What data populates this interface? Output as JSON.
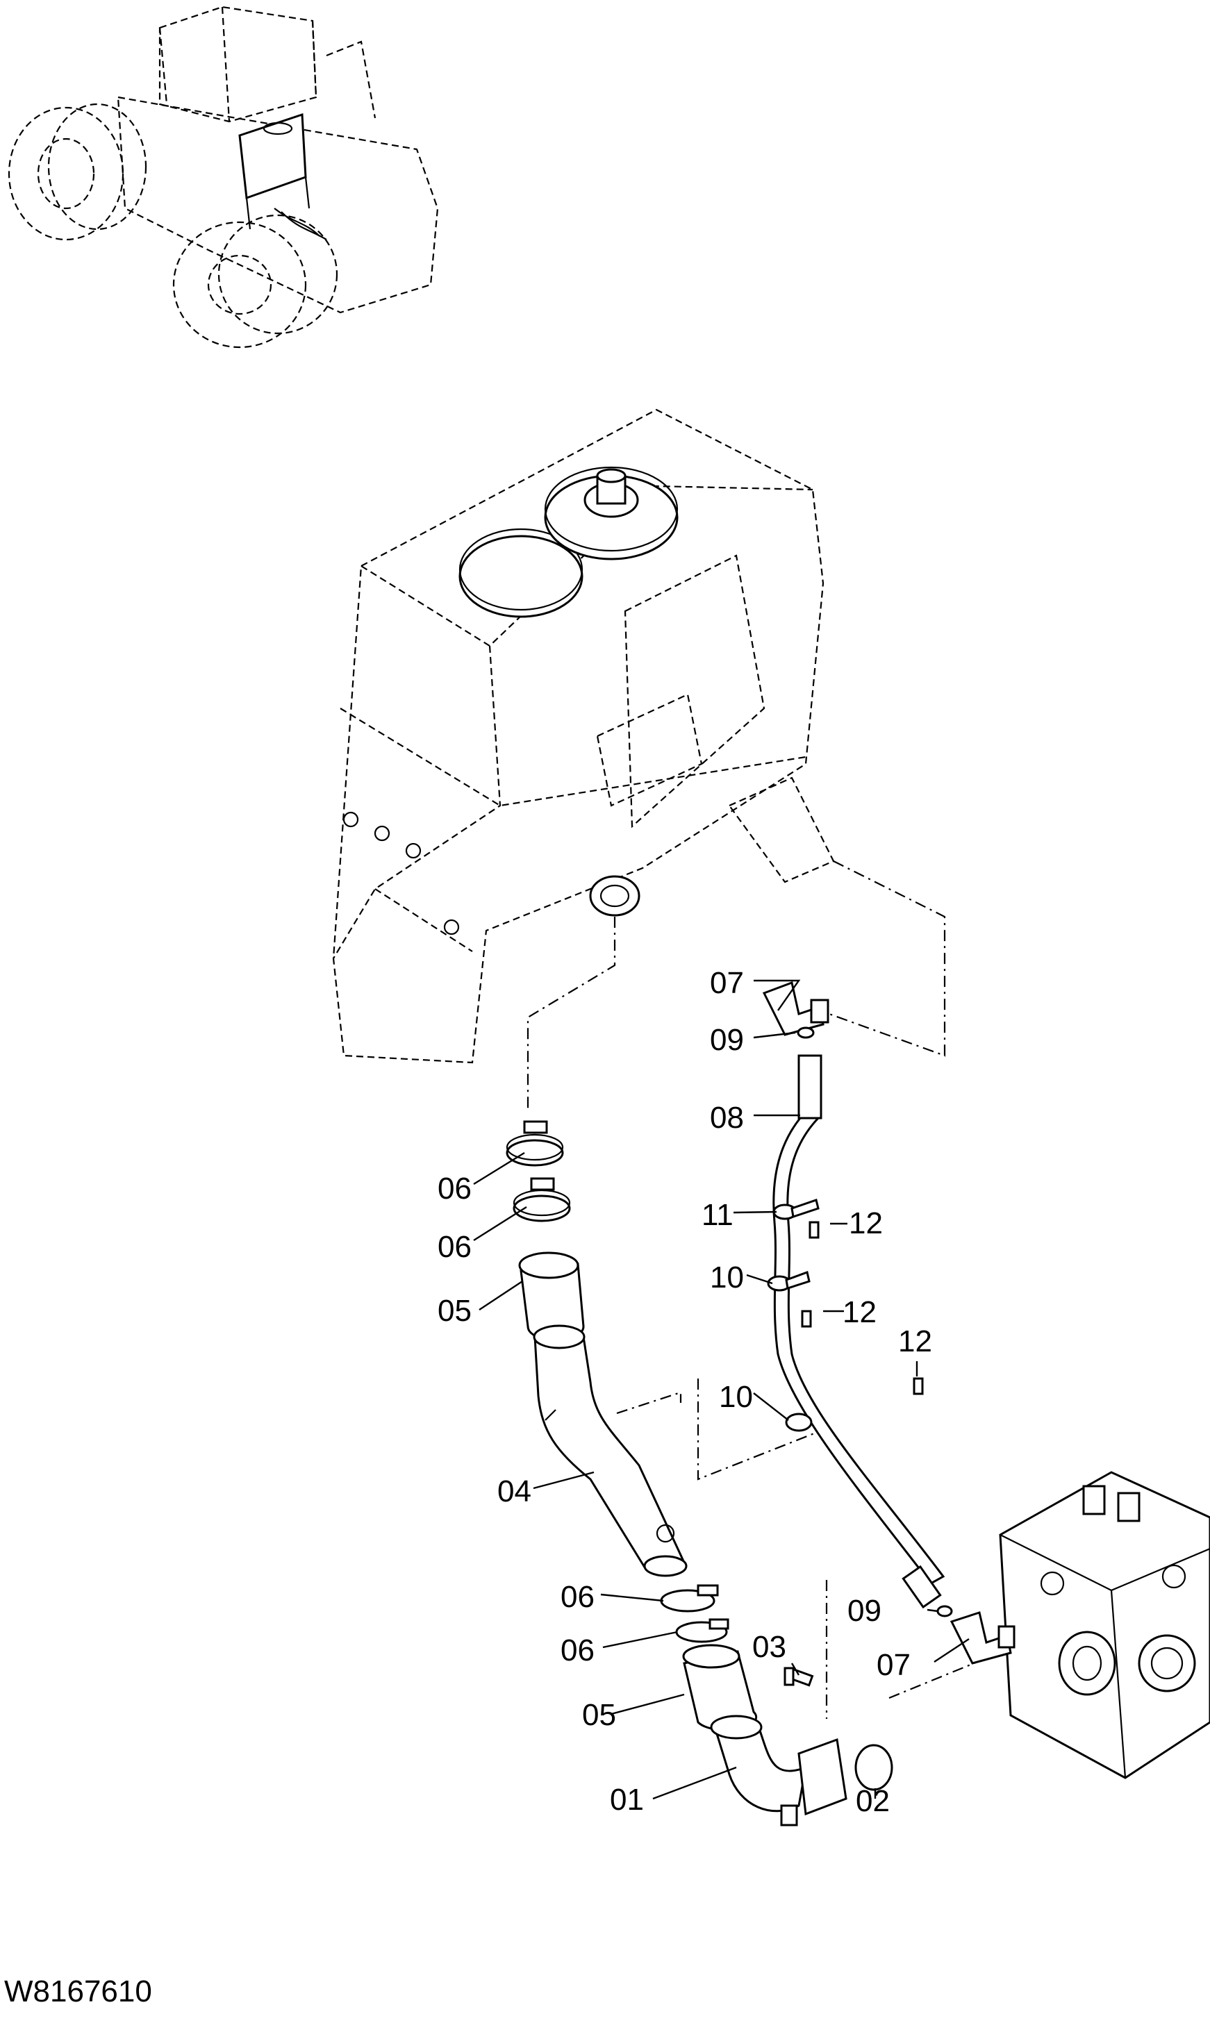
{
  "drawing_number": "W8167610",
  "callouts": [
    {
      "id": "07",
      "text": "07"
    },
    {
      "id": "09",
      "text": "09"
    },
    {
      "id": "08",
      "text": "08"
    },
    {
      "id": "06a",
      "text": "06"
    },
    {
      "id": "06b",
      "text": "06"
    },
    {
      "id": "05a",
      "text": "05"
    },
    {
      "id": "11",
      "text": "11"
    },
    {
      "id": "12a",
      "text": "12"
    },
    {
      "id": "10a",
      "text": "10"
    },
    {
      "id": "12b",
      "text": "12"
    },
    {
      "id": "12c",
      "text": "12"
    },
    {
      "id": "10b",
      "text": "10"
    },
    {
      "id": "04",
      "text": "04"
    },
    {
      "id": "06c",
      "text": "06"
    },
    {
      "id": "09b",
      "text": "09"
    },
    {
      "id": "06d",
      "text": "06"
    },
    {
      "id": "03",
      "text": "03"
    },
    {
      "id": "07b",
      "text": "07"
    },
    {
      "id": "05b",
      "text": "05"
    },
    {
      "id": "01",
      "text": "01"
    },
    {
      "id": "02",
      "text": "02"
    }
  ]
}
